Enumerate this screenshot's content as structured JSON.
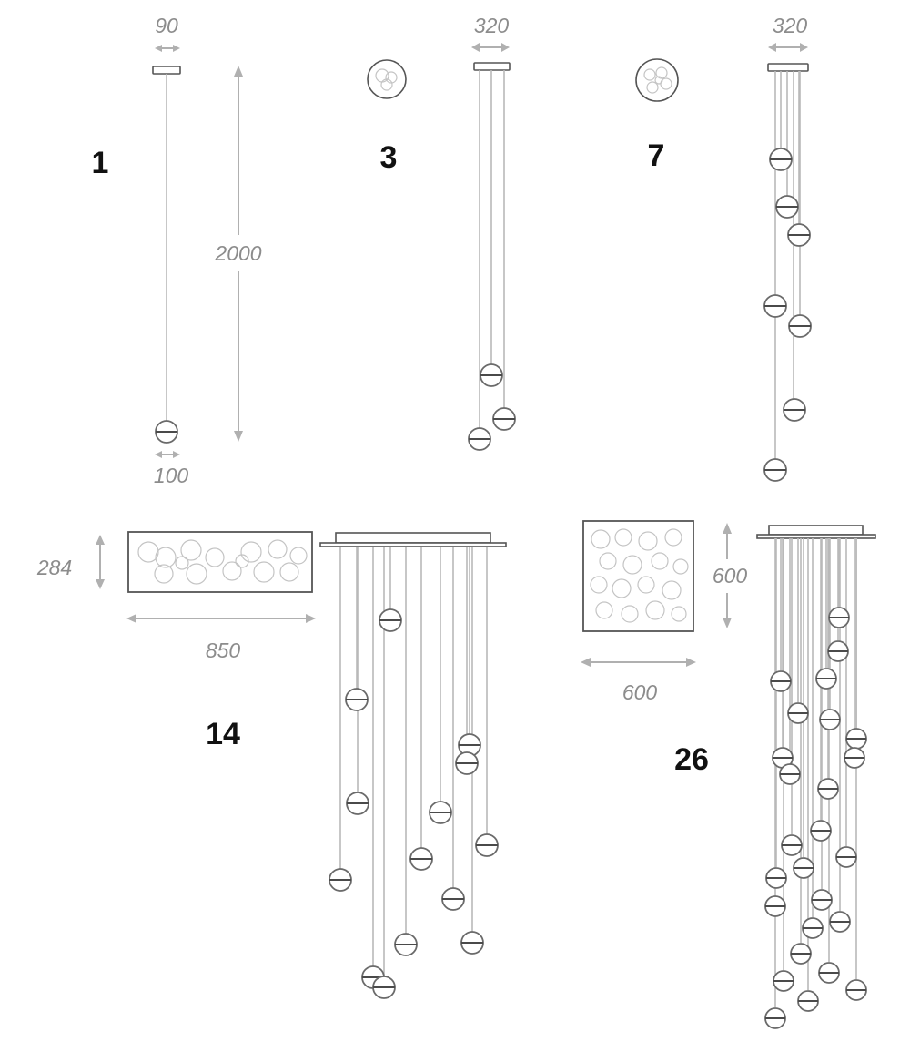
{
  "dimensions": {
    "one_canopy_width": "90",
    "drop_height": "2000",
    "sphere_diameter": "100",
    "three_canopy_width": "320",
    "seven_canopy_width": "320",
    "fourteen_plate_height": "284",
    "fourteen_plate_width": "850",
    "twentysix_plate_height": "600",
    "twentysix_plate_width": "600"
  },
  "variants": {
    "one": "1",
    "three": "3",
    "seven": "7",
    "fourteen": "14",
    "twentysix": "26"
  },
  "colors": {
    "dimension_text": "#8c8c8c",
    "variant_number": "#111111",
    "wire": "#b9b9b9",
    "outline": "#555555"
  }
}
